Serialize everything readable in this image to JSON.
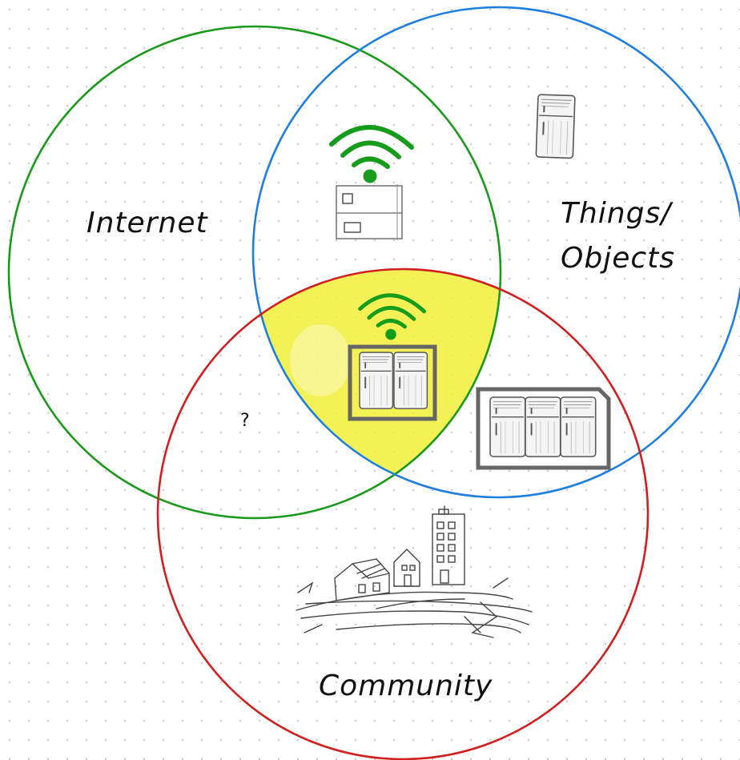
{
  "colors": {
    "internet": "#1a9a1a",
    "things": "#1e7fe0",
    "community": "#d11f1f",
    "highlight": "#f2ee3a",
    "wifi": "#159c1a",
    "sketch": "#444444",
    "box": "#666666",
    "grid_dot": "#c9c9c9"
  },
  "labels": {
    "internet": "Internet",
    "things_line1": "Things/",
    "things_line2": "Objects",
    "community": "Community",
    "question": "?"
  },
  "icons": {
    "wifi": "wifi-icon",
    "fridge": "fridge-icon",
    "device": "device-box-icon",
    "town": "town-sketch-icon"
  }
}
